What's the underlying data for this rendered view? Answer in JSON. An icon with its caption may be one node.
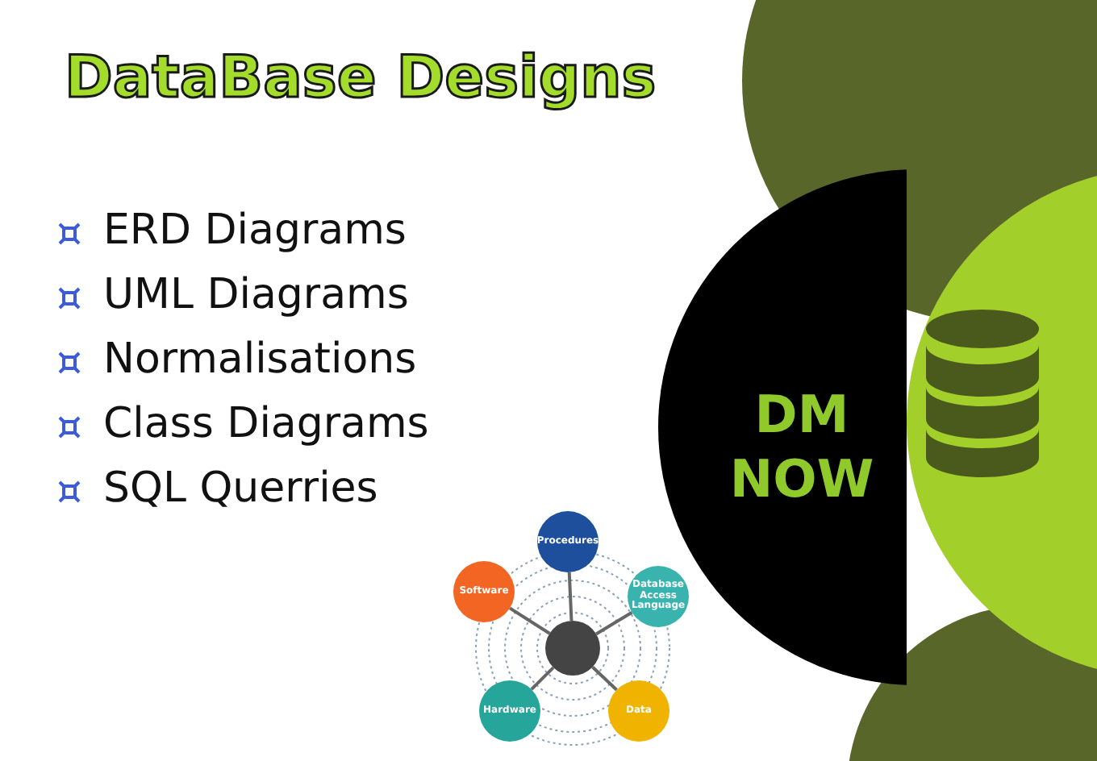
{
  "diagram": {
    "title": "DataBase Designs",
    "nodes": [
      {
        "text": [
          "DM NOW"
        ]
      },
      {
        "text": [
          "Procedures"
        ]
      },
      {
        "text": [
          "Software"
        ]
      },
      {
        "text": [
          "Database Access Language"
        ]
      },
      {
        "text": [],
        "shape": "circle"
      },
      {
        "text": [
          "Hardware"
        ]
      },
      {
        "text": [
          "Data"
        ]
      }
    ],
    "edges": [
      {
        "from": 4,
        "to": 1,
        "arrow": "none"
      },
      {
        "from": 4,
        "to": 2,
        "arrow": "none"
      },
      {
        "from": 4,
        "to": 3,
        "arrow": "none"
      },
      {
        "from": 4,
        "to": 5,
        "arrow": "none"
      },
      {
        "from": 4,
        "to": 6,
        "arrow": "none"
      }
    ],
    "labels": [
      "ERD Diagrams",
      "UML Diagrams",
      "Normalisations",
      "Class Diagrams",
      "SQL Querries"
    ]
  }
}
